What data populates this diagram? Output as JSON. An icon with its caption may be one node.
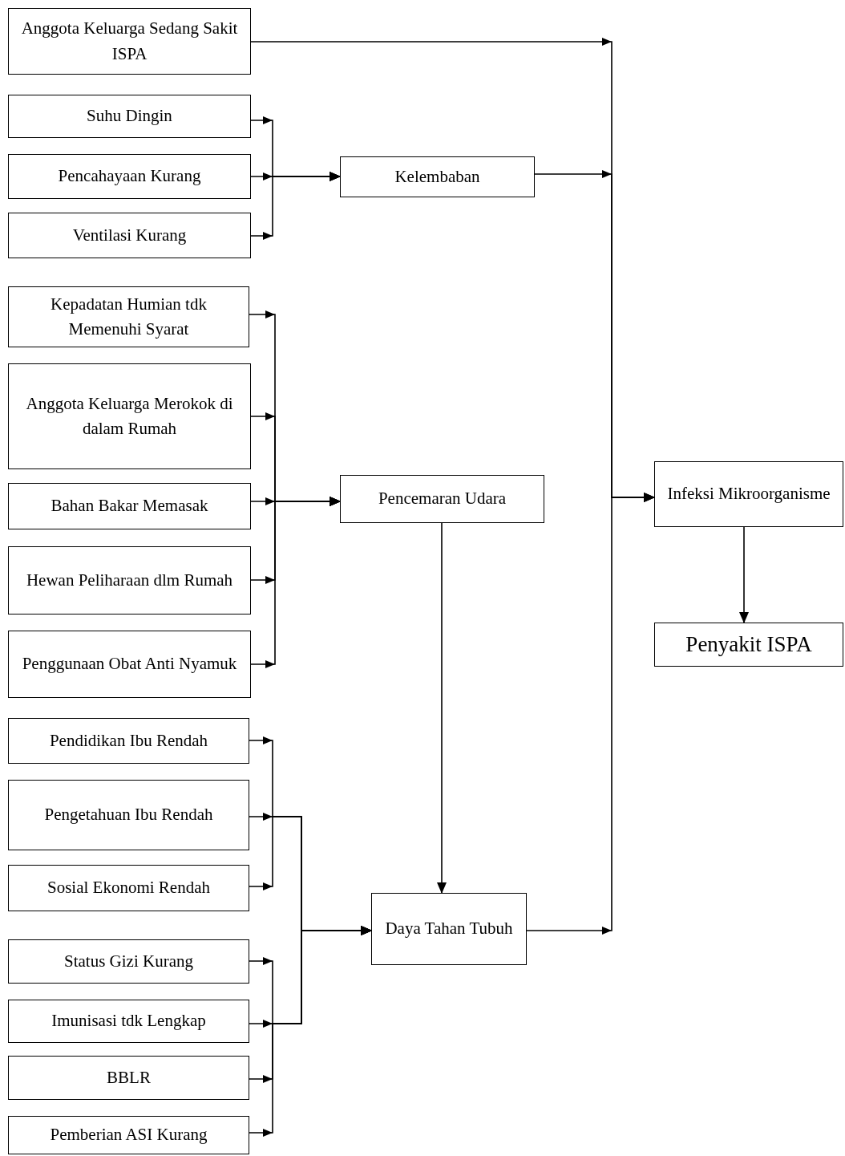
{
  "diagram": {
    "nodes": [
      {
        "text": [
          "Anggota Keluarga Sedang Sakit  ISPA"
        ]
      },
      {
        "text": [
          "Suhu Dingin"
        ]
      },
      {
        "text": [
          "Pencahayaan Kurang"
        ]
      },
      {
        "text": [
          "Ventilasi Kurang"
        ]
      },
      {
        "text": [
          "Kelembaban"
        ]
      },
      {
        "text": [
          "Kepadatan Humian tdk Memenuhi Syarat"
        ]
      },
      {
        "text": [
          "Anggota Keluarga Merokok di dalam Rumah"
        ]
      },
      {
        "text": [
          "Bahan Bakar Memasak"
        ]
      },
      {
        "text": [
          "Hewan Peliharaan dlm Rumah"
        ]
      },
      {
        "text": [
          "Penggunaan Obat Anti Nyamuk"
        ]
      },
      {
        "text": [
          "Pencemaran Udara"
        ]
      },
      {
        "text": [
          "Infeksi Mikroorganisme"
        ]
      },
      {
        "text": [
          "Penyakit ISPA"
        ]
      },
      {
        "text": [
          "Pendidikan Ibu Rendah"
        ]
      },
      {
        "text": [
          "Pengetahuan Ibu Rendah"
        ]
      },
      {
        "text": [
          "Sosial Ekonomi Rendah"
        ]
      },
      {
        "text": [
          "Daya Tahan Tubuh"
        ]
      },
      {
        "text": [
          "Status Gizi Kurang"
        ]
      },
      {
        "text": [
          "Imunisasi tdk Lengkap"
        ]
      },
      {
        "text": [
          "BBLR"
        ]
      },
      {
        "text": [
          "Pemberian ASI Kurang"
        ]
      }
    ],
    "edges": [
      {
        "from": 0,
        "to": 11,
        "arrow": "to"
      },
      {
        "from": 1,
        "to": 4,
        "arrow": "to"
      },
      {
        "from": 2,
        "to": 4,
        "arrow": "to"
      },
      {
        "from": 3,
        "to": 4,
        "arrow": "to"
      },
      {
        "from": 4,
        "to": 11,
        "arrow": "to"
      },
      {
        "from": 5,
        "to": 10,
        "arrow": "to"
      },
      {
        "from": 6,
        "to": 10,
        "arrow": "to"
      },
      {
        "from": 7,
        "to": 10,
        "arrow": "to"
      },
      {
        "from": 8,
        "to": 10,
        "arrow": "to"
      },
      {
        "from": 9,
        "to": 10,
        "arrow": "to"
      },
      {
        "from": 10,
        "to": 16,
        "arrow": "to"
      },
      {
        "from": 16,
        "to": 11,
        "arrow": "to"
      },
      {
        "from": 11,
        "to": 12,
        "arrow": "to"
      },
      {
        "from": 13,
        "to": 16,
        "arrow": "to"
      },
      {
        "from": 14,
        "to": 16,
        "arrow": "to"
      },
      {
        "from": 15,
        "to": 16,
        "arrow": "to"
      },
      {
        "from": 17,
        "to": 16,
        "arrow": "to"
      },
      {
        "from": 18,
        "to": 16,
        "arrow": "to"
      },
      {
        "from": 19,
        "to": 16,
        "arrow": "to"
      },
      {
        "from": 20,
        "to": 16,
        "arrow": "to"
      }
    ]
  }
}
